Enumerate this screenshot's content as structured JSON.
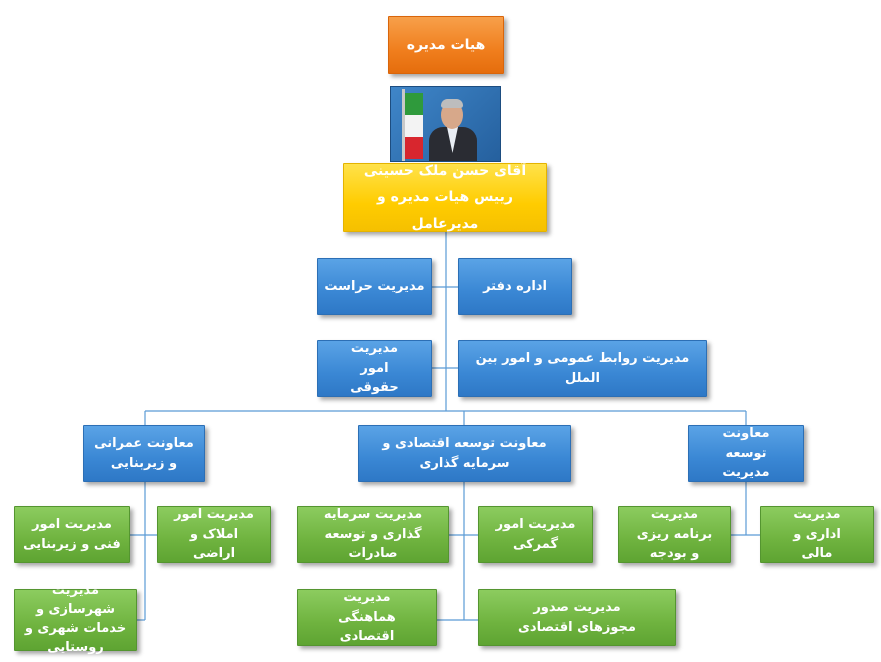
{
  "board": {
    "label": "هیات مدیره"
  },
  "photo": {
    "icon": "portrait-photo",
    "colors": {
      "flag_green": "#2f9a3c",
      "flag_white": "#f3f3f3",
      "flag_red": "#d8262e"
    }
  },
  "ceo": {
    "name": "آقای حسن ملک حسینی",
    "title": "رییس هیات مدیره و مدیرعامل"
  },
  "staff": {
    "office": "اداره دفتر",
    "security": "مدیریت حراست",
    "public_relations": "مدیریت روابط عمومی و امور بین الملل",
    "legal": "مدیریت امور حقوقی"
  },
  "deputies": {
    "development": {
      "label": "معاونت توسعه مدیریت",
      "units": {
        "admin_finance": "مدیریت اداری و مالی",
        "planning_budget": "مدیریت برنامه ریزی و بودجه"
      }
    },
    "economic": {
      "label": "معاونت توسعه اقتصادی و سرمایه گذاری",
      "units": {
        "customs": "مدیریت امور گمرکی",
        "investment": "مدیریت سرمایه گذاری و توسعه صادرات",
        "permits": "مدیریت صدور مجوزهای اقتصادی",
        "coordination": "مدیریت هماهنگی اقتصادی"
      }
    },
    "construction": {
      "label": "معاونت عمرانی و زیربنایی",
      "units": {
        "estates": "مدیریت امور املاک و اراضی",
        "technical": "مدیریت امور فنی و زیربنایی",
        "urban": "مدیریت شهرسازی و خدمات شهری و روستایی"
      }
    }
  },
  "colors": {
    "board": "#f07e1d",
    "ceo": "#ffcc00",
    "staff": "#3a87d4",
    "units": "#6fb33f",
    "connector": "#5b9bd5"
  }
}
